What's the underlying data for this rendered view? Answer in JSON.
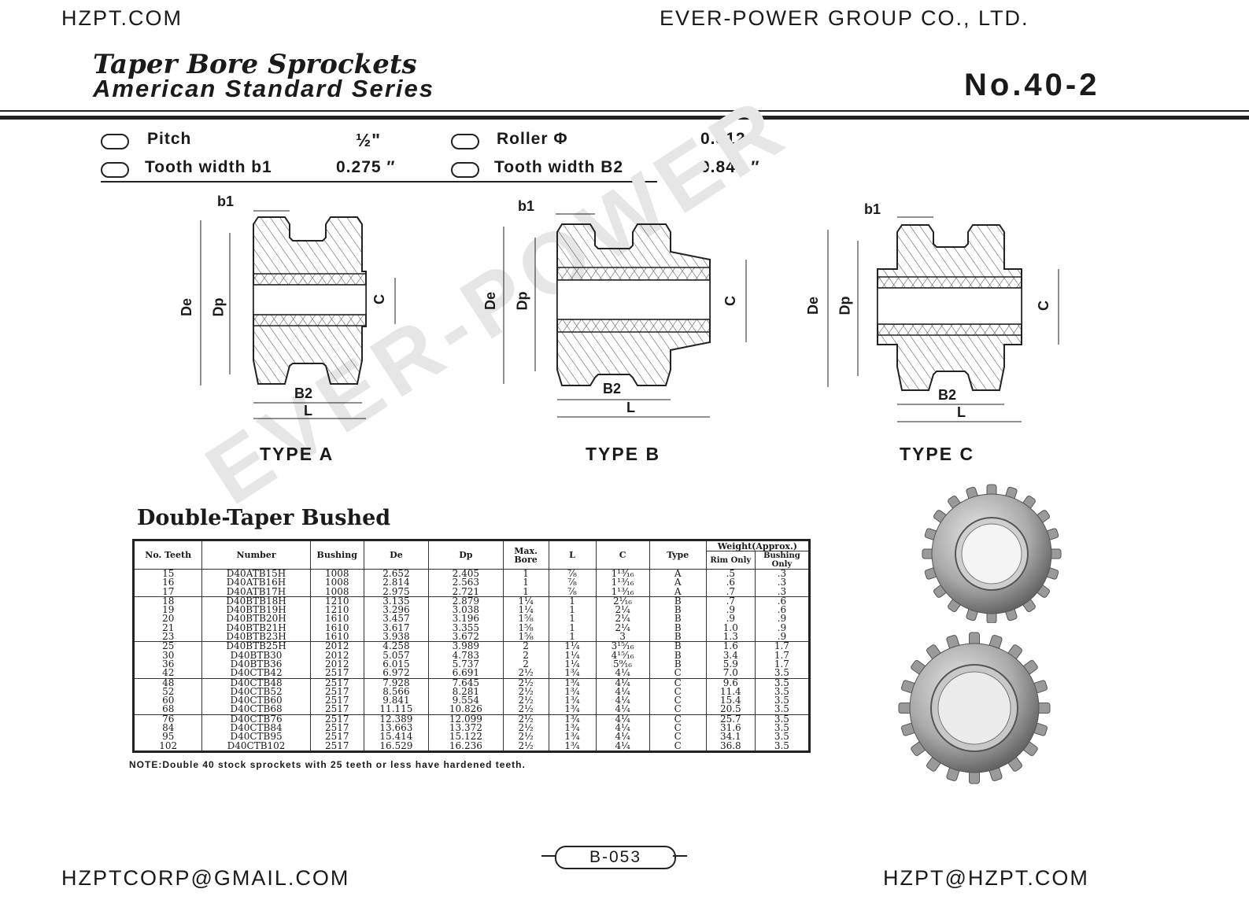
{
  "header": {
    "left": "HZPT.COM",
    "right": "EVER-POWER GROUP CO., LTD."
  },
  "title": {
    "line1": "Taper Bore Sprockets",
    "line2": "American Standard Series",
    "model": "No.40-2"
  },
  "specs": {
    "pitch_label": "Pitch",
    "pitch_value": "½\"",
    "roller_label": "Roller Φ",
    "roller_value": "0.312 ″",
    "b1_label": "Tooth width b1",
    "b1_value": "0.275 ″",
    "b2_label": "Tooth width B2",
    "b2_value": "0.841 ″"
  },
  "diagram_labels": {
    "b1": "b1",
    "de": "De",
    "dp": "Dp",
    "c": "C",
    "b2": "B2",
    "l": "L"
  },
  "types": [
    "TYPE A",
    "TYPE B",
    "TYPE C"
  ],
  "watermark": "EVER-POWER",
  "table": {
    "title": "Double-Taper Bushed",
    "headers": {
      "teeth": "No. Teeth",
      "number": "Number",
      "bushing": "Bushing",
      "de": "De",
      "dp": "Dp",
      "bore": "Max. Bore",
      "l": "L",
      "c": "C",
      "type": "Type",
      "weight": "Weight(Approx.)",
      "rim": "Rim Only",
      "bush": "Bushing Only"
    },
    "rows": [
      [
        "15",
        "D40ATB15H",
        "1008",
        "2.652",
        "2.405",
        "1",
        "⅞",
        "1¹³⁄₁₆",
        "A",
        ".5",
        ".3"
      ],
      [
        "16",
        "D40ATB16H",
        "1008",
        "2.814",
        "2.563",
        "1",
        "⅞",
        "1¹³⁄₁₆",
        "A",
        ".6",
        ".3"
      ],
      [
        "17",
        "D40ATB17H",
        "1008",
        "2.975",
        "2.721",
        "1",
        "⅞",
        "1¹³⁄₁₆",
        "A",
        ".7",
        ".3"
      ],
      [
        "18",
        "D40BTB18H",
        "1210",
        "3.135",
        "2.879",
        "1¼",
        "1",
        "2¹⁄₁₆",
        "B",
        ".7",
        ".6"
      ],
      [
        "19",
        "D40BTB19H",
        "1210",
        "3.296",
        "3.038",
        "1¼",
        "1",
        "2¼",
        "B",
        ".9",
        ".6"
      ],
      [
        "20",
        "D40BTB20H",
        "1610",
        "3.457",
        "3.196",
        "1⅝",
        "1",
        "2¼",
        "B",
        ".9",
        ".9"
      ],
      [
        "21",
        "D40BTB21H",
        "1610",
        "3.617",
        "3.355",
        "1⅝",
        "1",
        "2¼",
        "B",
        "1.0",
        ".9"
      ],
      [
        "23",
        "D40BTB23H",
        "1610",
        "3.938",
        "3.672",
        "1⅝",
        "1",
        "3",
        "B",
        "1.3",
        ".9"
      ],
      [
        "25",
        "D40BTB25H",
        "2012",
        "4.258",
        "3.989",
        "2",
        "1¼",
        "3¹⁵⁄₁₆",
        "B",
        "1.6",
        "1.7"
      ],
      [
        "30",
        "D40BTB30",
        "2012",
        "5.057",
        "4.783",
        "2",
        "1¼",
        "4¹⁵⁄₁₆",
        "B",
        "3.4",
        "1.7"
      ],
      [
        "36",
        "D40BTB36",
        "2012",
        "6.015",
        "5.737",
        "2",
        "1¼",
        "5⁹⁄₁₆",
        "B",
        "5.9",
        "1.7"
      ],
      [
        "42",
        "D40CTB42",
        "2517",
        "6.972",
        "6.691",
        "2½",
        "1¾",
        "4¼",
        "C",
        "7.0",
        "3.5"
      ],
      [
        "48",
        "D40CTB48",
        "2517",
        "7.928",
        "7.645",
        "2½",
        "1¾",
        "4¼",
        "C",
        "9.6",
        "3.5"
      ],
      [
        "52",
        "D40CTB52",
        "2517",
        "8.566",
        "8.281",
        "2½",
        "1¾",
        "4¼",
        "C",
        "11.4",
        "3.5"
      ],
      [
        "60",
        "D40CTB60",
        "2517",
        "9.841",
        "9.554",
        "2½",
        "1¾",
        "4¼",
        "C",
        "15.4",
        "3.5"
      ],
      [
        "68",
        "D40CTB68",
        "2517",
        "11.115",
        "10.826",
        "2½",
        "1¾",
        "4¼",
        "C",
        "20.5",
        "3.5"
      ],
      [
        "76",
        "D40CTB76",
        "2517",
        "12.389",
        "12.099",
        "2½",
        "1¾",
        "4¼",
        "C",
        "25.7",
        "3.5"
      ],
      [
        "84",
        "D40CTB84",
        "2517",
        "13.663",
        "13.372",
        "2½",
        "1¾",
        "4¼",
        "C",
        "31.6",
        "3.5"
      ],
      [
        "95",
        "D40CTB95",
        "2517",
        "15.414",
        "15.122",
        "2½",
        "1¾",
        "4¼",
        "C",
        "34.1",
        "3.5"
      ],
      [
        "102",
        "D40CTB102",
        "2517",
        "16.529",
        "16.236",
        "2½",
        "1¾",
        "4¼",
        "C",
        "36.8",
        "3.5"
      ]
    ],
    "group_starts": [
      0,
      3,
      8,
      12,
      16
    ]
  },
  "note": "NOTE:Double 40 stock sprockets with 25 teeth or less have hardened teeth.",
  "page_number": "B-053",
  "footer": {
    "left": "HZPTCORP@GMAIL.COM",
    "right": "HZPT@HZPT.COM"
  }
}
